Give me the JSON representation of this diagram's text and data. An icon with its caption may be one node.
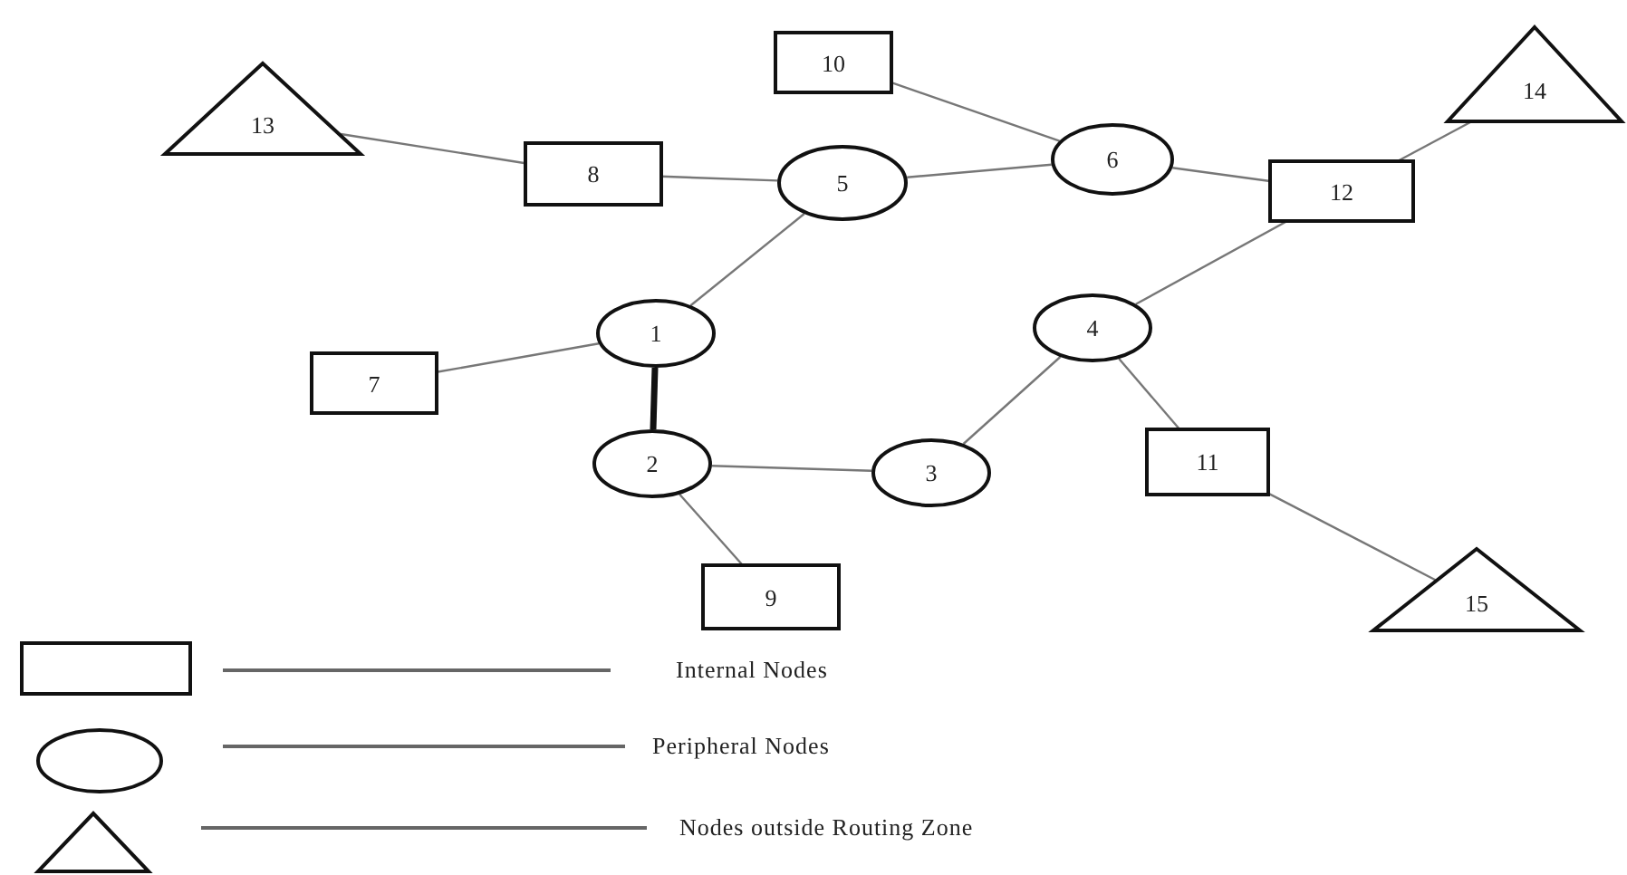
{
  "diagram": {
    "nodes": [
      {
        "text": [
          "1"
        ]
      },
      {
        "text": [
          "2"
        ]
      },
      {
        "text": [
          "3"
        ]
      },
      {
        "text": [
          "4"
        ]
      },
      {
        "text": [
          "5"
        ]
      },
      {
        "text": [
          "6"
        ]
      },
      {
        "text": [
          "7"
        ]
      },
      {
        "text": [
          "8"
        ]
      },
      {
        "text": [
          "9"
        ]
      },
      {
        "text": [
          "10"
        ]
      },
      {
        "text": [
          "11"
        ]
      },
      {
        "text": [
          "12"
        ]
      },
      {
        "text": [
          "13"
        ]
      },
      {
        "text": [
          "14"
        ]
      },
      {
        "text": [
          "15"
        ]
      }
    ],
    "edges": [
      {
        "from": 12,
        "to": 7,
        "arrow": "none"
      },
      {
        "from": 7,
        "to": 4,
        "arrow": "none"
      },
      {
        "from": 4,
        "to": 5,
        "arrow": "none"
      },
      {
        "from": 9,
        "to": 5,
        "arrow": "none"
      },
      {
        "from": 5,
        "to": 11,
        "arrow": "none"
      },
      {
        "from": 11,
        "to": 13,
        "arrow": "none"
      },
      {
        "from": 4,
        "to": 0,
        "arrow": "none"
      },
      {
        "from": 0,
        "to": 6,
        "arrow": "none"
      },
      {
        "from": 0,
        "to": 1,
        "arrow": "none",
        "style": "thick",
        "color": "#111111"
      },
      {
        "from": 1,
        "to": 2,
        "arrow": "none"
      },
      {
        "from": 1,
        "to": 8,
        "arrow": "none"
      },
      {
        "from": 2,
        "to": 3,
        "arrow": "none"
      },
      {
        "from": 3,
        "to": 11,
        "arrow": "none"
      },
      {
        "from": 3,
        "to": 10,
        "arrow": "none"
      },
      {
        "from": 10,
        "to": 14,
        "arrow": "none"
      }
    ],
    "legend": [
      {
        "text": "Internal Nodes"
      },
      {
        "text": "Peripheral Nodes"
      },
      {
        "text": "Nodes outside Routing Zone"
      }
    ]
  }
}
